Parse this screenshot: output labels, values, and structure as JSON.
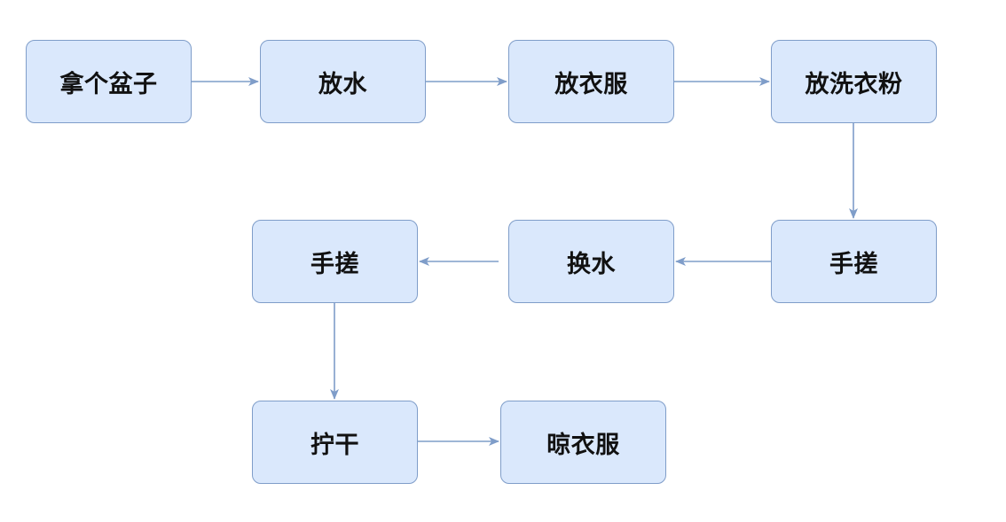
{
  "colors": {
    "node_fill": "#dae8fc",
    "node_border": "#7f9dc9",
    "edge": "#7f9dc9",
    "text": "#111111"
  },
  "nodes": [
    {
      "id": "n1",
      "label": "拿个盆子"
    },
    {
      "id": "n2",
      "label": "放水"
    },
    {
      "id": "n3",
      "label": "放衣服"
    },
    {
      "id": "n4",
      "label": "放洗衣粉"
    },
    {
      "id": "n5",
      "label": "手搓"
    },
    {
      "id": "n6",
      "label": "换水"
    },
    {
      "id": "n7",
      "label": "手搓"
    },
    {
      "id": "n8",
      "label": "拧干"
    },
    {
      "id": "n9",
      "label": "晾衣服"
    }
  ],
  "edges": [
    {
      "from": "n1",
      "to": "n2"
    },
    {
      "from": "n2",
      "to": "n3"
    },
    {
      "from": "n3",
      "to": "n4"
    },
    {
      "from": "n4",
      "to": "n5"
    },
    {
      "from": "n5",
      "to": "n6"
    },
    {
      "from": "n6",
      "to": "n7"
    },
    {
      "from": "n7",
      "to": "n8"
    },
    {
      "from": "n8",
      "to": "n9"
    }
  ]
}
